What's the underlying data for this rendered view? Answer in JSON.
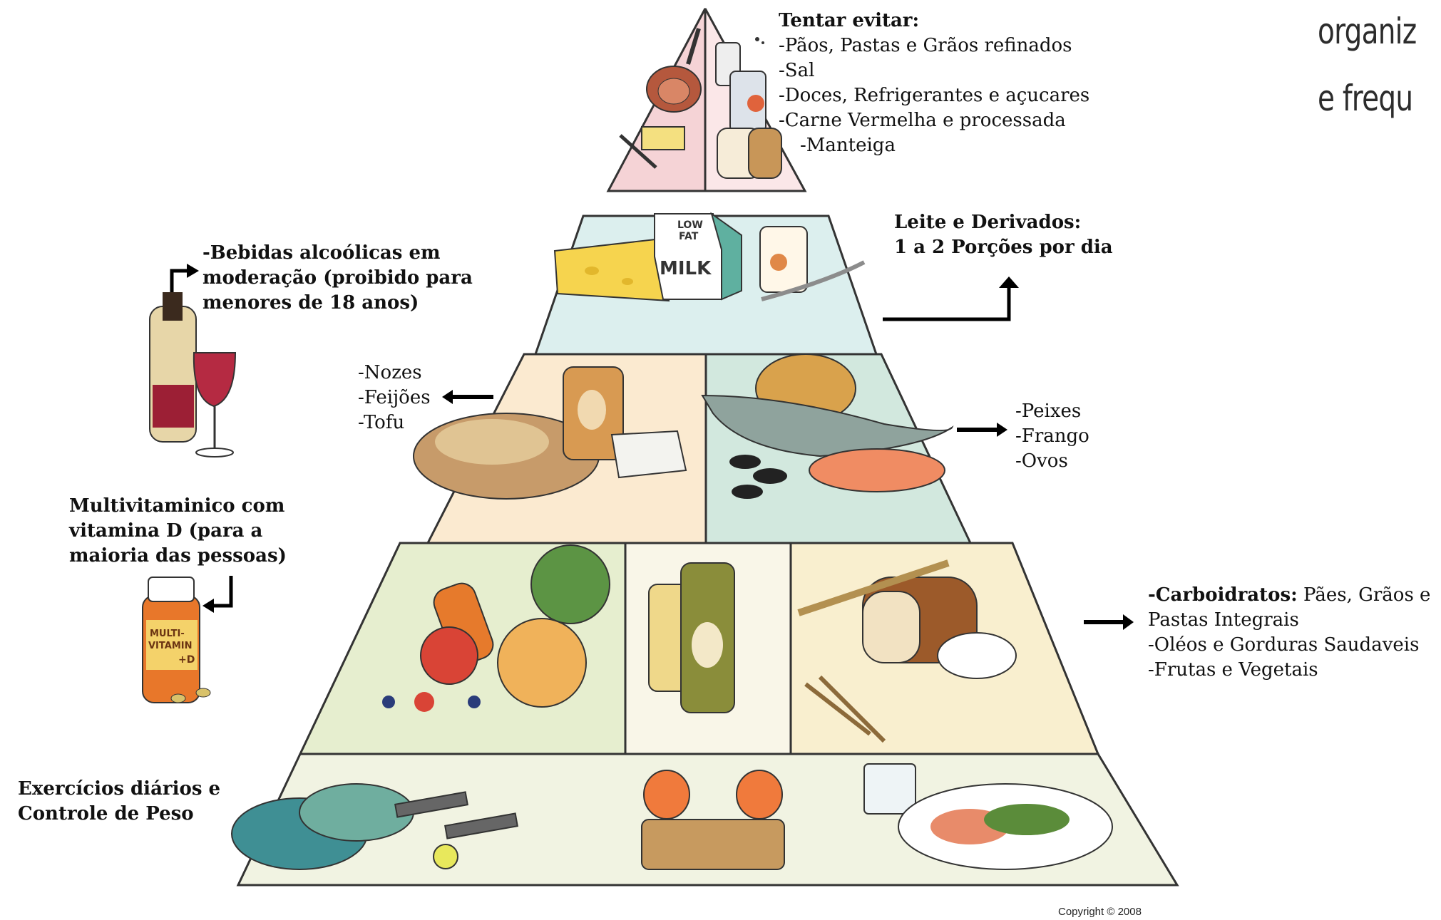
{
  "header_cut_text": {
    "line1": "organiz",
    "line2": "e frequ"
  },
  "labels": {
    "top": {
      "title": "Tentar evitar:",
      "items": [
        "-Pãos, Pastas e Grãos refinados",
        "-Sal",
        "-Doces, Refrigerantes e açucares",
        "-Carne Vermelha e processada",
        "-Manteiga"
      ]
    },
    "dairy": {
      "title": "Leite e Derivados:",
      "subtitle": "1 a 2 Porções por dia"
    },
    "alcohol": {
      "lines": [
        "-Bebidas alcoólicas em",
        "moderação (proibido para",
        "menores de 18 anos)"
      ]
    },
    "protein_left": {
      "lines": [
        "-Nozes",
        "-Feijões",
        "-Tofu"
      ]
    },
    "protein_right": {
      "lines": [
        "-Peixes",
        "-Frango",
        "-Ovos"
      ]
    },
    "vitamin": {
      "lines": [
        "Multivitaminico com",
        "vitamina D (para a",
        "maioria das pessoas)"
      ]
    },
    "base_foods": {
      "line1_bold": "-Carboidratos:",
      "line1_rest": " Pães, Grãos e",
      "lines": [
        "Pastas Integrais",
        "-Oléos e Gorduras Saudaveis",
        "-Frutas e Vegetais"
      ]
    },
    "exercise": {
      "lines": [
        "Exercícios diários e",
        "Controle de Peso"
      ]
    }
  },
  "illustration_text": {
    "milk_carton": [
      "LOW",
      "FAT",
      "MILK"
    ],
    "vitamin_bottle": [
      "MULTI-",
      "VITAMIN",
      "+D"
    ]
  },
  "copyright": "Copyright © 2008",
  "colors": {
    "tier_top": "#f5d3d6",
    "tier_dairy": "#dcefee",
    "tier_protein_left": "#fbead0",
    "tier_protein_right": "#d2e8de",
    "tier_plants_left": "#e6eecf",
    "tier_plants_mid": "#f9f6e8",
    "tier_plants_right": "#f9efcf",
    "tier_base": "#f1f3e2",
    "outline": "#333333",
    "arrow": "#000000"
  }
}
